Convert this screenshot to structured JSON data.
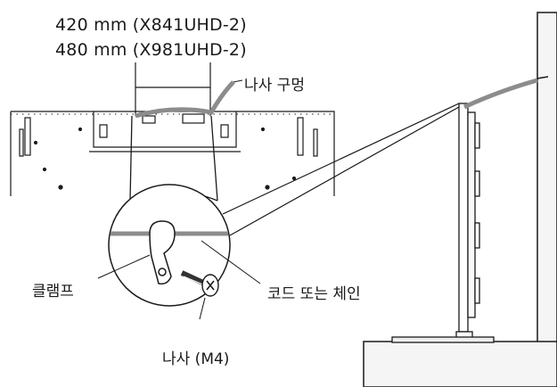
{
  "labels": {
    "dim_420": "420 mm (X841UHD-2)",
    "dim_480": "480 mm (X981UHD-2)",
    "screw_hole": "나사 구멍",
    "clamp": "클램프",
    "cord_or_chain": "코드 또는 체인",
    "screw_m4": "나사 (M4)"
  },
  "colors": {
    "line": "#1a1a1a",
    "cord": "#8c8c8c",
    "wall": "#f3f3f3"
  }
}
